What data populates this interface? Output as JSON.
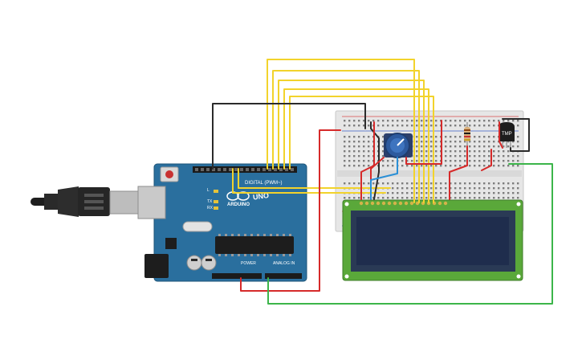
{
  "canvas": {
    "background": "#ffffff"
  },
  "arduino": {
    "brand_text": "ARDUINO",
    "model_text": "UNO",
    "digital_header_label": "DIGITAL (PWM~)",
    "power_label": "POWER",
    "analog_label": "ANALOG IN",
    "led_labels": [
      "L",
      "TX",
      "RX"
    ],
    "board_color": "#2a6f9e"
  },
  "sensor": {
    "label": "TMP"
  },
  "wire_colors": {
    "yellow": "#f2d32c",
    "red": "#d62a2a",
    "black": "#2b2b2b",
    "green": "#3cb54a",
    "blue": "#2a8fd6"
  },
  "lcd": {
    "pcb_color": "#5aa83a",
    "screen_color": "#1f2d4d"
  }
}
